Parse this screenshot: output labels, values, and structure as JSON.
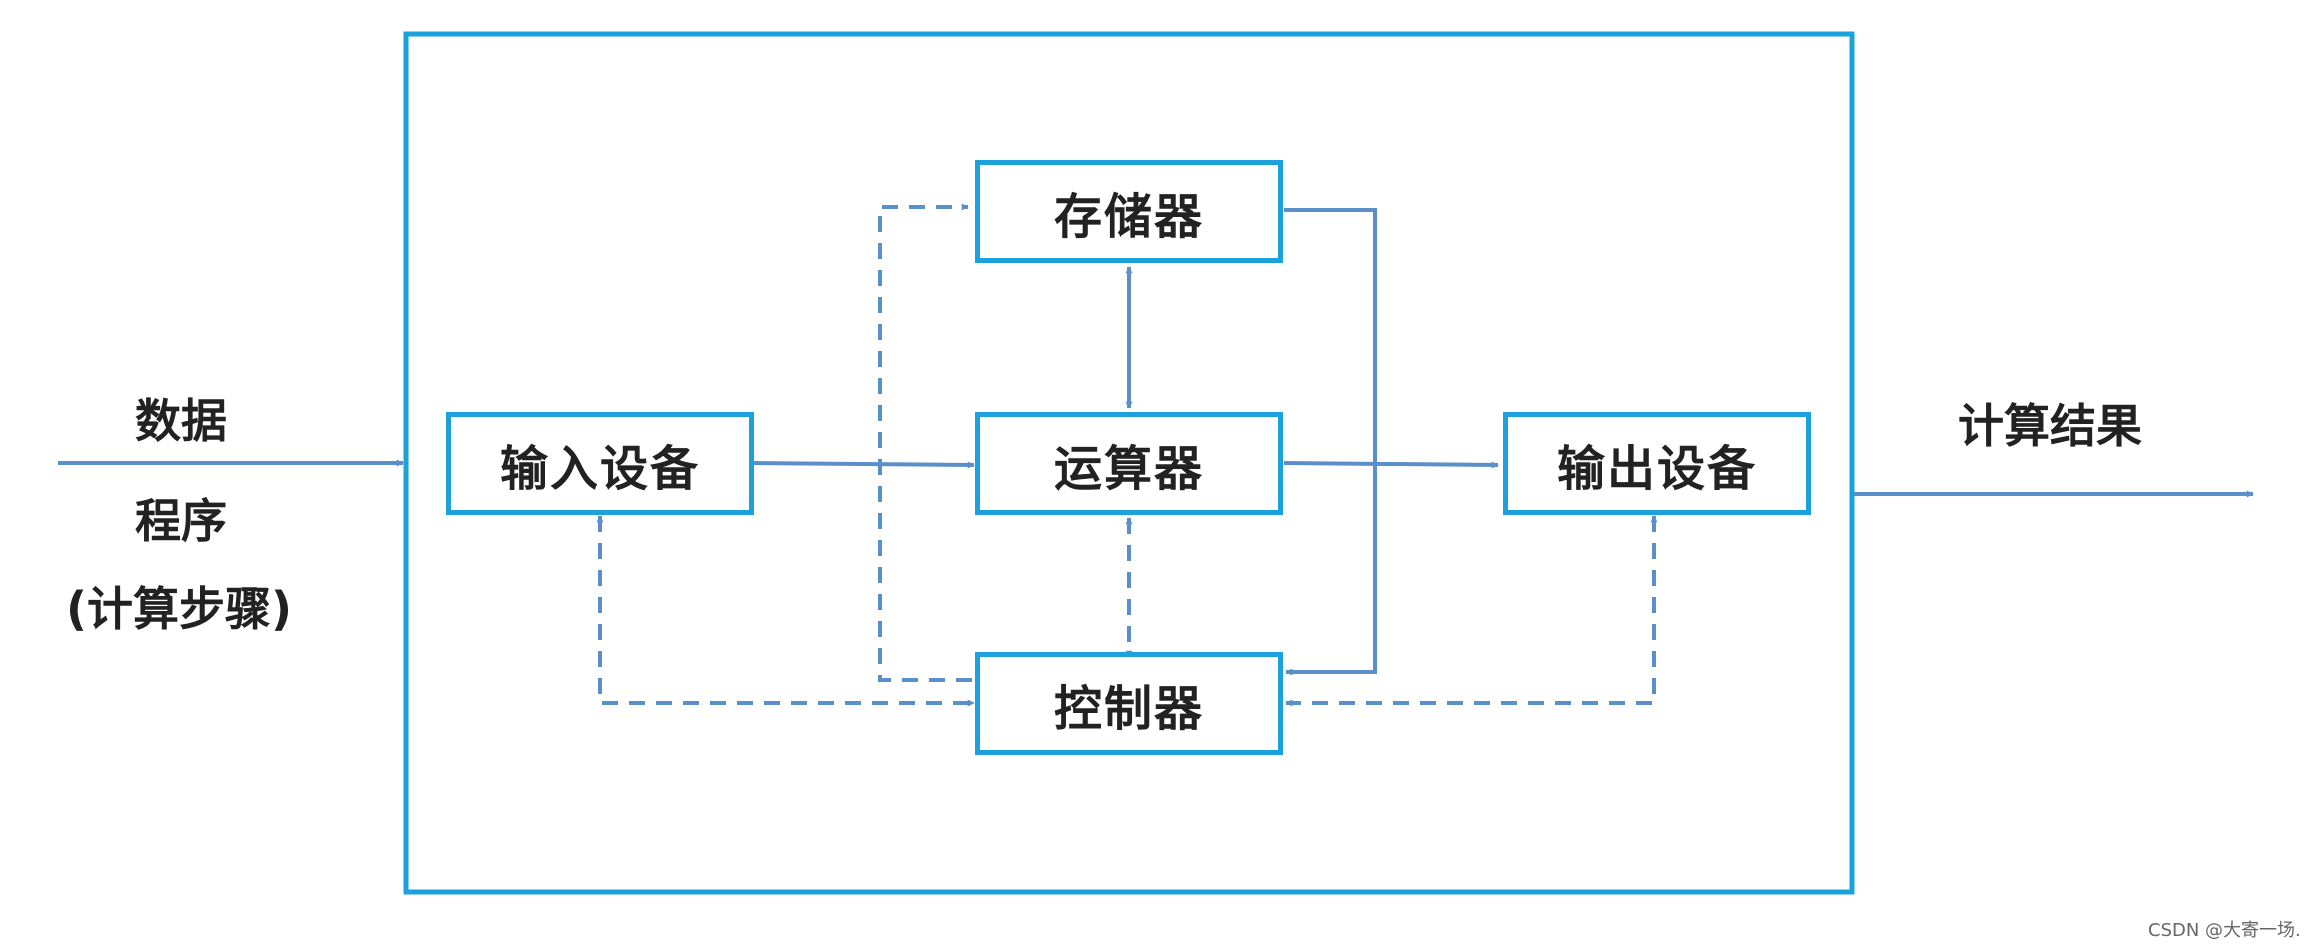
{
  "nodes": {
    "memory": "存储器",
    "input": "输入设备",
    "alu": "运算器",
    "output": "输出设备",
    "controller": "控制器"
  },
  "labels": {
    "data": "数据",
    "program": "程序",
    "steps": "(计算步骤)",
    "result": "计算结果"
  },
  "watermark": "CSDN @大寄一场.",
  "colors": {
    "box_border": "#1ba1dc",
    "arrow": "#5b8fc9"
  }
}
